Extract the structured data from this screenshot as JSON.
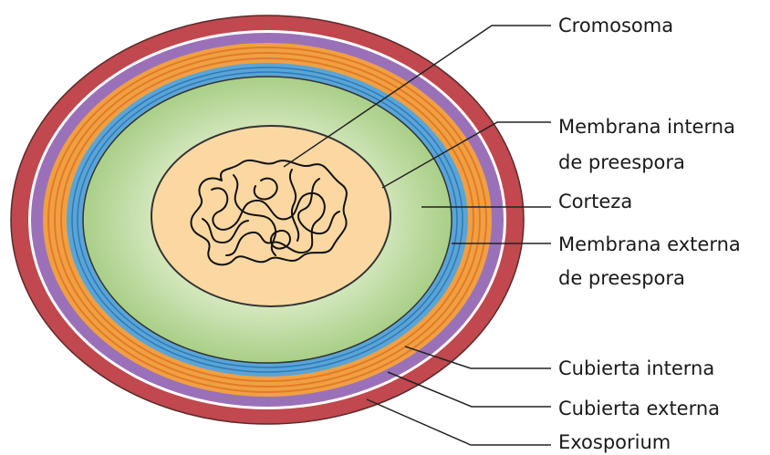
{
  "diagram": {
    "labels": {
      "cromosoma": "Cromosoma",
      "membrana_interna_1": "Membrana interna",
      "membrana_interna_2": "de preespora",
      "corteza": "Corteza",
      "membrana_externa_1": "Membrana externa",
      "membrana_externa_2": "de preespora",
      "cubierta_interna": "Cubierta interna",
      "cubierta_externa": "Cubierta externa",
      "exosporium": "Exosporium"
    },
    "colors": {
      "exosporium": "#c0484e",
      "white_gap": "#ffffff",
      "outer_coat": "#9a71b9",
      "inner_coat": "#f0a042",
      "inner_coat_line": "#e27a2a",
      "outer_membrane": "#5aa4d6",
      "outer_membrane_line": "#2f79b8",
      "cortex": "#a8cf87",
      "cortex_light": "#dcebc6",
      "core": "#fbd8a2",
      "outline": "#333333",
      "leader": "#222222"
    }
  }
}
